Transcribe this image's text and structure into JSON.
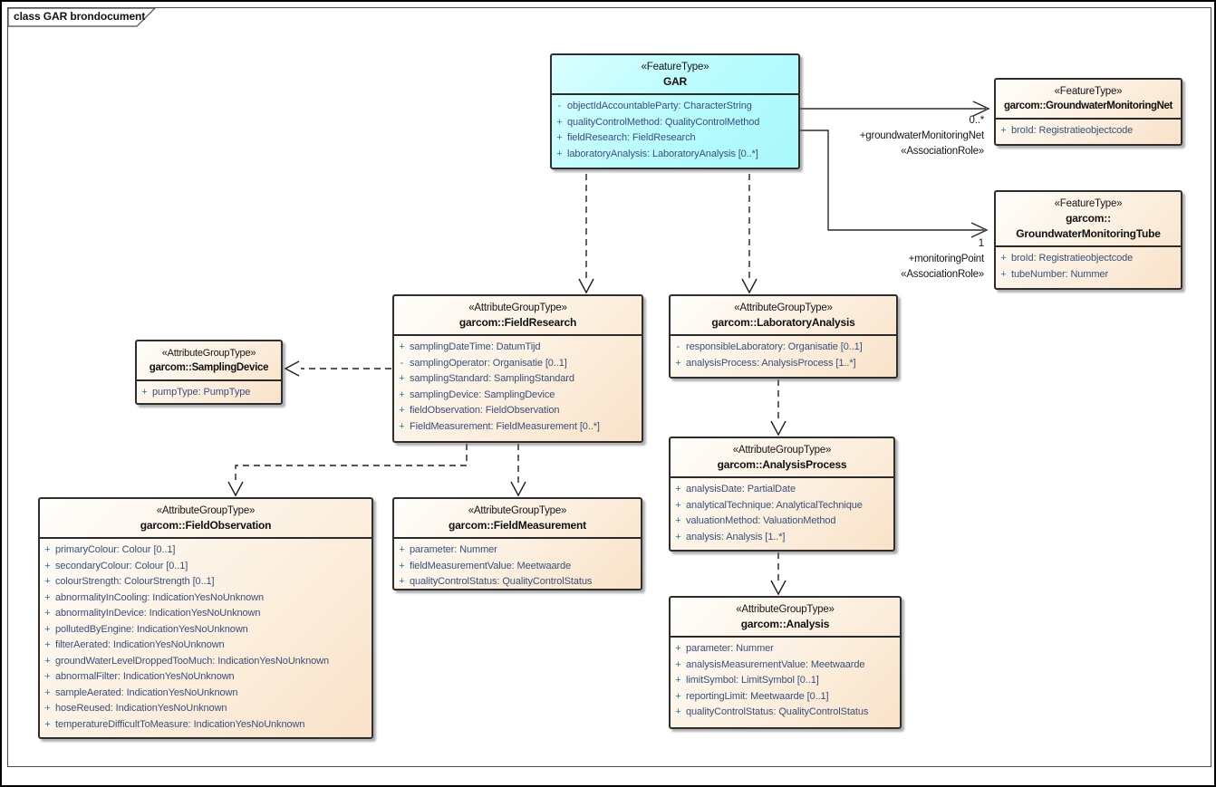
{
  "diagram": {
    "title": "class GAR brondocument",
    "colors": {
      "feature_fill": "#B5FCFE",
      "attribute_group_fill": "#FBE8D2",
      "box_border": "#2E2E2E",
      "attribute_text": "#3A4E79",
      "visibility_symbol": "#2E7796",
      "connector_line": "#2A2A2A"
    }
  },
  "classes": {
    "gar": {
      "stereotype": "«FeatureType»",
      "name": "GAR",
      "attributes": [
        {
          "vis": "-",
          "text": "objectIdAccountableParty: CharacterString"
        },
        {
          "vis": "+",
          "text": "qualityControlMethod: QualityControlMethod"
        },
        {
          "vis": "+",
          "text": "fieldResearch: FieldResearch"
        },
        {
          "vis": "+",
          "text": "laboratoryAnalysis: LaboratoryAnalysis [0..*]"
        }
      ]
    },
    "monitoring_net": {
      "stereotype": "«FeatureType»",
      "name": "garcom::GroundwaterMonitoringNet",
      "attributes": [
        {
          "vis": "+",
          "text": "broId: Registratieobjectcode"
        }
      ]
    },
    "monitoring_tube": {
      "stereotype": "«FeatureType»",
      "name": "garcom::\nGroundwaterMonitoringTube",
      "attributes": [
        {
          "vis": "+",
          "text": "broId: Registratieobjectcode"
        },
        {
          "vis": "+",
          "text": "tubeNumber: Nummer"
        }
      ]
    },
    "field_research": {
      "stereotype": "«AttributeGroupType»",
      "name": "garcom::FieldResearch",
      "attributes": [
        {
          "vis": "+",
          "text": "samplingDateTime: DatumTijd"
        },
        {
          "vis": "-",
          "text": "samplingOperator: Organisatie [0..1]"
        },
        {
          "vis": "+",
          "text": "samplingStandard: SamplingStandard"
        },
        {
          "vis": "+",
          "text": "samplingDevice: SamplingDevice"
        },
        {
          "vis": "+",
          "text": "fieldObservation: FieldObservation"
        },
        {
          "vis": "+",
          "text": "FieldMeasurement: FieldMeasurement [0..*]"
        }
      ]
    },
    "laboratory_analysis": {
      "stereotype": "«AttributeGroupType»",
      "name": "garcom::LaboratoryAnalysis",
      "attributes": [
        {
          "vis": "-",
          "text": "responsibleLaboratory: Organisatie [0..1]"
        },
        {
          "vis": "+",
          "text": "analysisProcess: AnalysisProcess [1..*]"
        }
      ]
    },
    "sampling_device": {
      "stereotype": "«AttributeGroupType»",
      "name": "garcom::SamplingDevice",
      "attributes": [
        {
          "vis": "+",
          "text": "pumpType: PumpType"
        }
      ]
    },
    "analysis_process": {
      "stereotype": "«AttributeGroupType»",
      "name": "garcom::AnalysisProcess",
      "attributes": [
        {
          "vis": "+",
          "text": "analysisDate: PartialDate"
        },
        {
          "vis": "+",
          "text": "analyticalTechnique: AnalyticalTechnique"
        },
        {
          "vis": "+",
          "text": "valuationMethod: ValuationMethod"
        },
        {
          "vis": "+",
          "text": "analysis: Analysis [1..*]"
        }
      ]
    },
    "analysis": {
      "stereotype": "«AttributeGroupType»",
      "name": "garcom::Analysis",
      "attributes": [
        {
          "vis": "+",
          "text": "parameter: Nummer"
        },
        {
          "vis": "+",
          "text": "analysisMeasurementValue: Meetwaarde"
        },
        {
          "vis": "+",
          "text": "limitSymbol: LimitSymbol [0..1]"
        },
        {
          "vis": "+",
          "text": "reportingLimit: Meetwaarde [0..1]"
        },
        {
          "vis": "+",
          "text": "qualityControlStatus: QualityControlStatus"
        }
      ]
    },
    "field_observation": {
      "stereotype": "«AttributeGroupType»",
      "name": "garcom::FieldObservation",
      "attributes": [
        {
          "vis": "+",
          "text": "primaryColour: Colour [0..1]"
        },
        {
          "vis": "+",
          "text": "secondaryColour: Colour [0..1]"
        },
        {
          "vis": "+",
          "text": "colourStrength: ColourStrength [0..1]"
        },
        {
          "vis": "+",
          "text": "abnormalityInCooling: IndicationYesNoUnknown"
        },
        {
          "vis": "+",
          "text": "abnormalityInDevice: IndicationYesNoUnknown"
        },
        {
          "vis": "+",
          "text": "pollutedByEngine: IndicationYesNoUnknown"
        },
        {
          "vis": "+",
          "text": "filterAerated: IndicationYesNoUnknown"
        },
        {
          "vis": "+",
          "text": "groundWaterLevelDroppedTooMuch: IndicationYesNoUnknown"
        },
        {
          "vis": "+",
          "text": "abnormalFilter: IndicationYesNoUnknown"
        },
        {
          "vis": "+",
          "text": "sampleAerated: IndicationYesNoUnknown"
        },
        {
          "vis": "+",
          "text": "hoseReused: IndicationYesNoUnknown"
        },
        {
          "vis": "+",
          "text": "temperatureDifficultToMeasure: IndicationYesNoUnknown"
        }
      ]
    },
    "field_measurement": {
      "stereotype": "«AttributeGroupType»",
      "name": "garcom::FieldMeasurement",
      "attributes": [
        {
          "vis": "+",
          "text": "parameter: Nummer"
        },
        {
          "vis": "+",
          "text": "fieldMeasurementValue: Meetwaarde"
        },
        {
          "vis": "+",
          "text": "qualityControlStatus: QualityControlStatus"
        }
      ]
    }
  },
  "connectors": {
    "monitoring_net": {
      "multiplicity": "0..*",
      "role_name": "+groundwaterMonitoringNet",
      "stereotype": "«AssociationRole»"
    },
    "monitoring_tube": {
      "multiplicity": "1",
      "role_name": "+monitoringPoint",
      "stereotype": "«AssociationRole»"
    }
  }
}
